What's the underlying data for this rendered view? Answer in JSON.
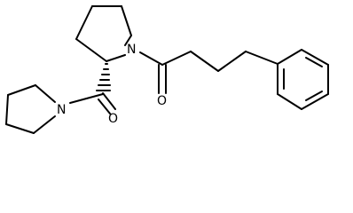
{
  "atoms": {
    "n_pyrrolidine_ring": "N",
    "n_pyrrolidine_amide": "N",
    "o_prolyl_carbonyl": "O",
    "o_butanoyl_carbonyl": "O"
  },
  "colors": {
    "bond": "#000000",
    "background": "#ffffff"
  }
}
